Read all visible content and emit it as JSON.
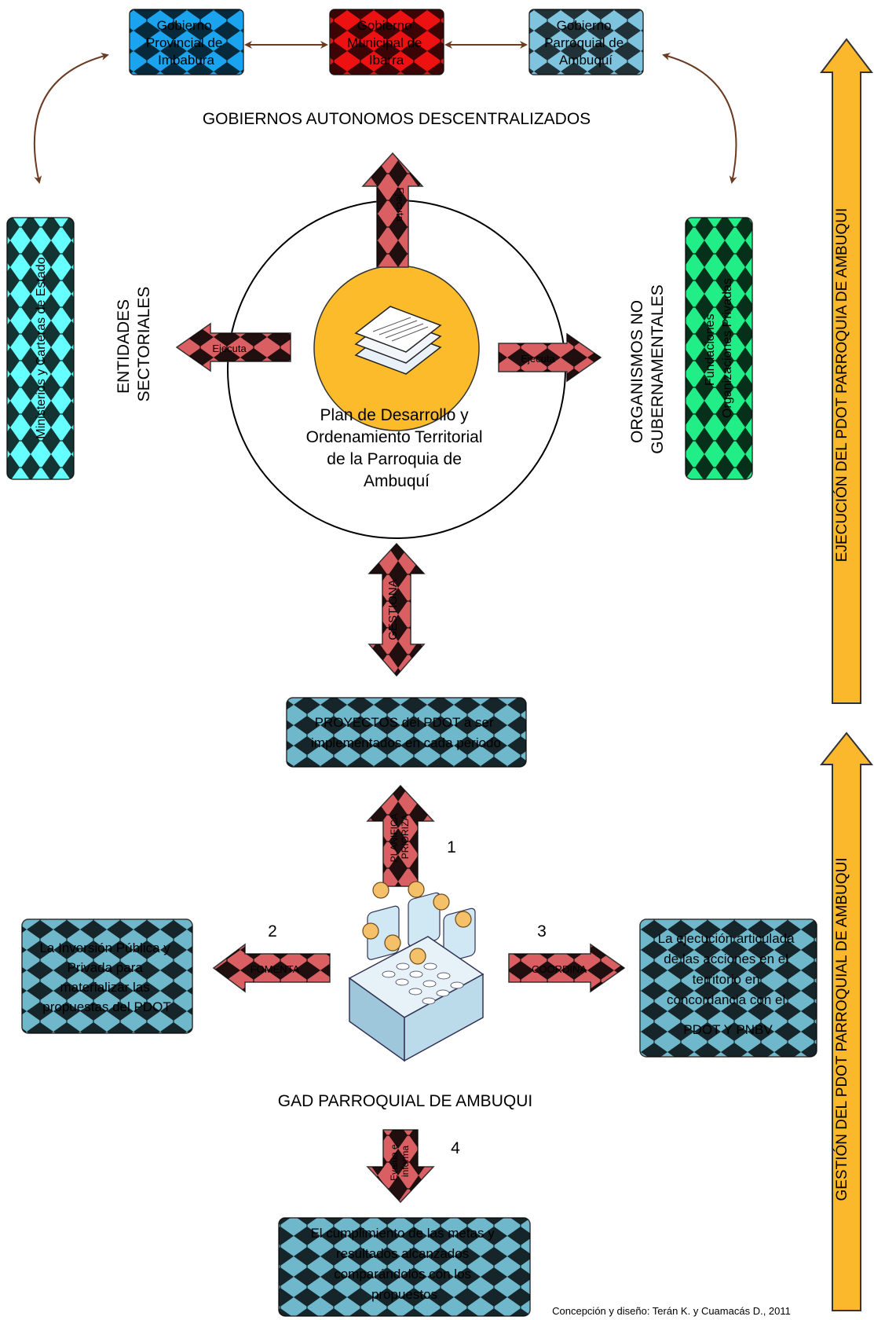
{
  "colors": {
    "provincial": "#1aa3ee",
    "municipal": "#ee1111",
    "parroquial": "#7fc4de",
    "sectoriales": "#66ffff",
    "ong": "#22ee88",
    "process_box": "#6fb8cc",
    "arrow": "#d95f62",
    "center": "#fbbb2a",
    "side_bar": "#fbb82c",
    "connector": "#6b3a22"
  },
  "icons": {
    "center": "documents-icon",
    "gad": "meeting-table-icon"
  },
  "gobiernos": {
    "title": "GOBIERNOS AUTONOMOS DESCENTRALIZADOS",
    "provincial": [
      "Gobierno",
      "Provincial de",
      "Imbabura"
    ],
    "municipal": [
      "Gobierno",
      "Municipal de",
      "Ibarra"
    ],
    "parroquial": [
      "Gobierno",
      "Parroquial de",
      "Ambuquí"
    ]
  },
  "entidades": {
    "title": [
      "ENTIDADES",
      "SECTORIALES"
    ],
    "box": "Ministerios y Carteras de Estado"
  },
  "ong": {
    "title": [
      "ORGANISMOS   NO",
      "GUBERNAMENTALES"
    ],
    "box": [
      "Fundaciones",
      "Organizaciones Privadas"
    ]
  },
  "center": {
    "lines": [
      "Plan de Desarrollo y",
      "Ordenamiento Territorial",
      "de la Parroquia de",
      "Ambuquí"
    ]
  },
  "arrows": {
    "ejecuta_top": "Ejecuta",
    "ejecuta_left": "Ejecuta",
    "ejecuta_right": "Ejecuta",
    "gestiona": "GESTIONA",
    "planifica": [
      "PLANIFICA",
      "PRIORIZA"
    ],
    "fomenta": "FOMENTA",
    "coordina": "COORDINA",
    "evalua": [
      "Evalúa e",
      "informa"
    ]
  },
  "steps": {
    "one": "1",
    "two": "2",
    "three": "3",
    "four": "4"
  },
  "proyectos": [
    "PROYECTOS del PDOT a ser",
    "implementados en cada periodo"
  ],
  "inversion": [
    "La Inversión Pública y",
    "Privada para",
    "materializar las",
    "propuestas del PDOT"
  ],
  "ejecucion_box": [
    "La ejecución articulada",
    "de las acciones en el",
    "territorio en",
    "concordancia con el",
    "PDOT Y PNBV"
  ],
  "gad": {
    "title": "GAD PARROQUIAL DE AMBUQUI"
  },
  "cumplimiento": [
    "El cumplimiento de las metas y",
    "resultados alcanzados",
    "comparándolos con  los",
    "propuestos"
  ],
  "side": {
    "ejecucion": "EJECUCIÓN DEL PDOT PARROQUIA DE AMBUQUI",
    "gestion": "GESTIÓN DEL PDOT PARROQUIAL DE AMBUQUI"
  },
  "credit": "Concepción y diseño: Terán K. y  Cuamacás D., 2011"
}
